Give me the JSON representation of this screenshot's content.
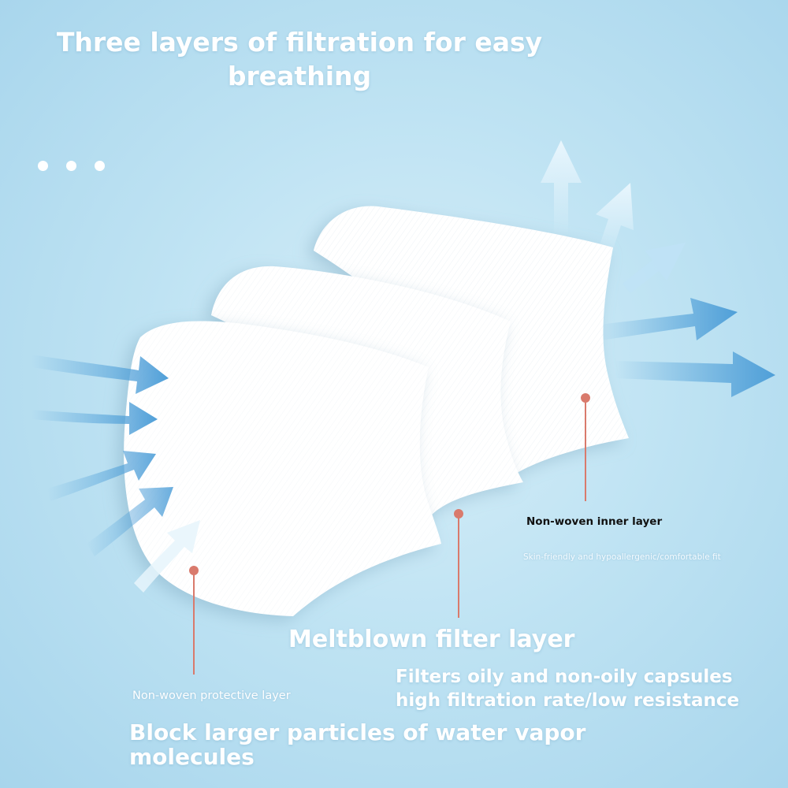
{
  "headline": "Three layers of filtration for easy breathing",
  "layers": {
    "inner": {
      "title": "Non-woven inner layer",
      "description": "Skin-friendly and hypoallergenic/comfortable fit"
    },
    "meltblown": {
      "title": "Meltblown filter layer",
      "description_line1": "Filters oily and non-oily capsules",
      "description_line2": "high filtration rate/low resistance"
    },
    "outer": {
      "title": "Non-woven protective layer",
      "description": "Block larger particles of water vapor molecules"
    }
  },
  "colors": {
    "background": "#bfe3f3",
    "arrow": "#4f9fd8",
    "marker": "#d97a6c",
    "layer": "#ffffff",
    "text": "#ffffff"
  }
}
